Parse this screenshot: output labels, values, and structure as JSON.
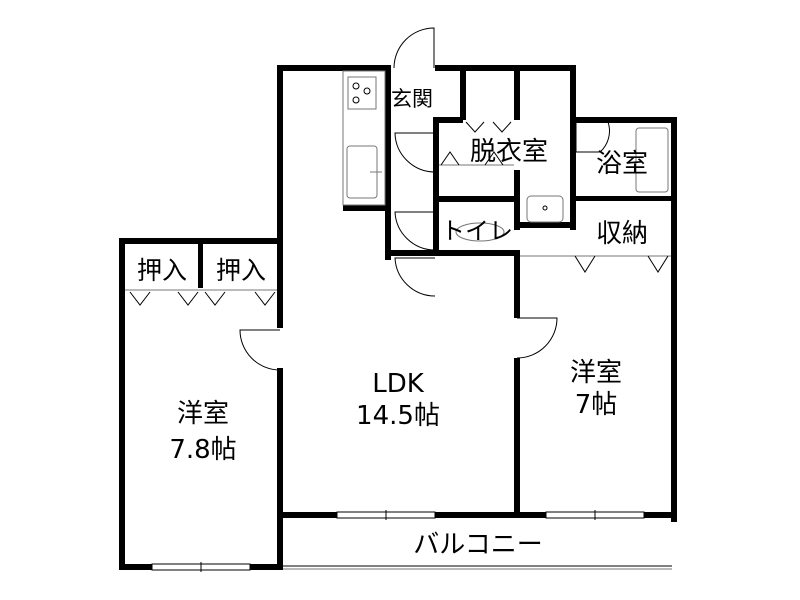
{
  "floor_plan": {
    "rooms": {
      "entrance": "玄関",
      "dressing_room": "脱衣室",
      "bathroom": "浴室",
      "toilet": "トイレ",
      "storage": "収納",
      "closet_left": "押入",
      "closet_right": "押入",
      "ldk_name": "LDK",
      "ldk_size": "14.5帖",
      "western_left_name": "洋室",
      "western_left_size": "7.8帖",
      "western_right_name": "洋室",
      "western_right_size": "7帖",
      "balcony": "バルコニー"
    },
    "colors": {
      "wall": "#000000",
      "background": "#ffffff"
    }
  }
}
